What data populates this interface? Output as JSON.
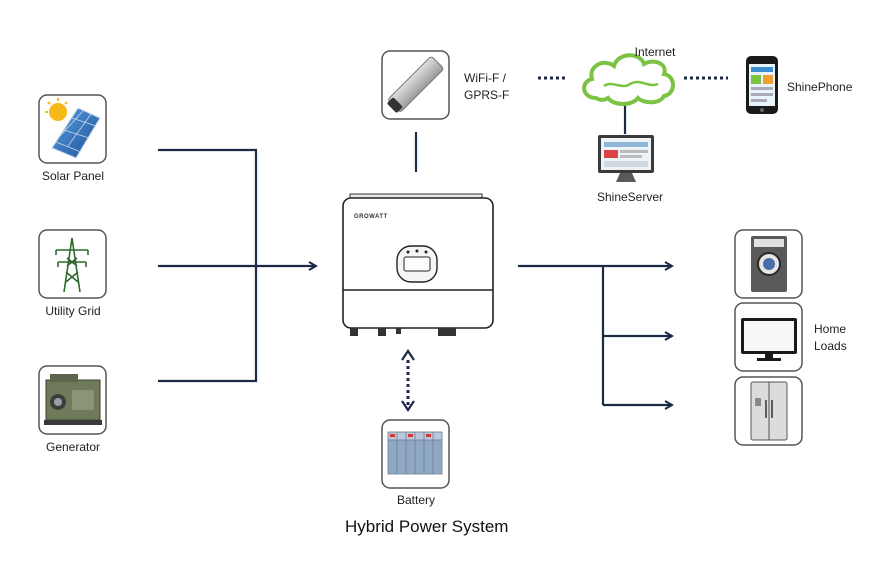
{
  "diagram": {
    "title": "Hybrid Power System",
    "inverter_brand": "GROWATT",
    "sources": [
      {
        "label": "Solar Panel",
        "icon": "solar-panel-icon"
      },
      {
        "label": "Utility Grid",
        "icon": "utility-grid-icon"
      },
      {
        "label": "Generator",
        "icon": "generator-icon"
      }
    ],
    "monitoring": {
      "wifi_label_line1": "WiFi-F /",
      "wifi_label_line2": "GPRS-F",
      "internet_label": "Internet",
      "phone_label": "ShinePhone",
      "server_label": "ShineServer"
    },
    "storage": {
      "label": "Battery",
      "icon": "battery-icon"
    },
    "loads": {
      "label_line1": "Home",
      "label_line2": "Loads",
      "items": [
        {
          "icon": "washing-machine-icon"
        },
        {
          "icon": "television-icon"
        },
        {
          "icon": "refrigerator-icon"
        }
      ]
    },
    "colors": {
      "line": "#1c2a45",
      "cloud": "#7cc243",
      "box_border": "#555555"
    }
  }
}
